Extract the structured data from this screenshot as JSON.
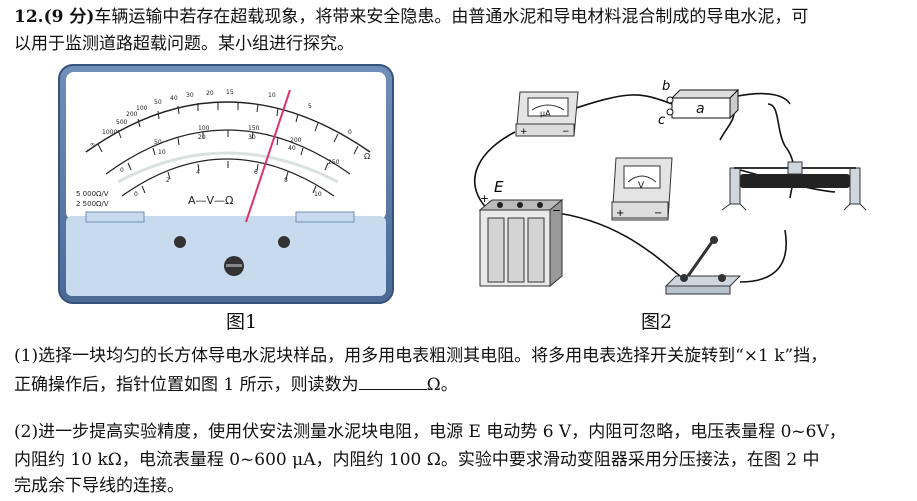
{
  "question": {
    "number": "12.",
    "score": "(9 分)",
    "intro_line1": "车辆运输中若存在超载现象，将带来安全隐患。由普通水泥和导电材料混合制成的导电水泥，可",
    "intro_line2": "以用于监测道路超载问题。某小组进行探究。"
  },
  "figure1": {
    "label": "图1",
    "ohm_scale": [
      "∞",
      "1000",
      "500",
      "200",
      "100",
      "50",
      "40",
      "30",
      "20",
      "15",
      "10",
      "5",
      "0",
      "Ω"
    ],
    "dc_scale": [
      "0",
      "50",
      "100",
      "150",
      "200",
      "250"
    ],
    "dc_scale2": [
      "0",
      "10",
      "20",
      "30",
      "40",
      "50"
    ],
    "ac_scale": [
      "0",
      "2",
      "4",
      "6",
      "8",
      "10"
    ],
    "sensitivity_1": "5 000Ω/V",
    "sensitivity_2": "2 500Ω/V",
    "face_text": "A—V—Ω"
  },
  "figure2": {
    "label": "图2",
    "ammeter_label": "μA",
    "voltmeter_label": "V",
    "source_label": "E",
    "sample_label": "a",
    "terminal_b": "b",
    "terminal_c": "c",
    "plus": "+",
    "minus": "−"
  },
  "part1": {
    "line1": "(1)选择一块均匀的长方体导电水泥块样品，用多用电表粗测其电阻。将多用电表选择开关旋转到“×1 k”挡，",
    "line2_pre": "正确操作后，指针位置如图 1 所示，则读数为",
    "line2_post": "Ω。"
  },
  "part2": {
    "line1": "(2)进一步提高实验精度，使用伏安法测量水泥块电阻，电源 E 电动势 6 V，内阻可忽略，电压表量程 0~6V，",
    "line2": "内阻约 10 kΩ，电流表量程 0~600 μA，内阻约 100 Ω。实验中要求滑动变阻器采用分压接法，在图 2 中",
    "line3": "完成余下导线的连接。"
  }
}
